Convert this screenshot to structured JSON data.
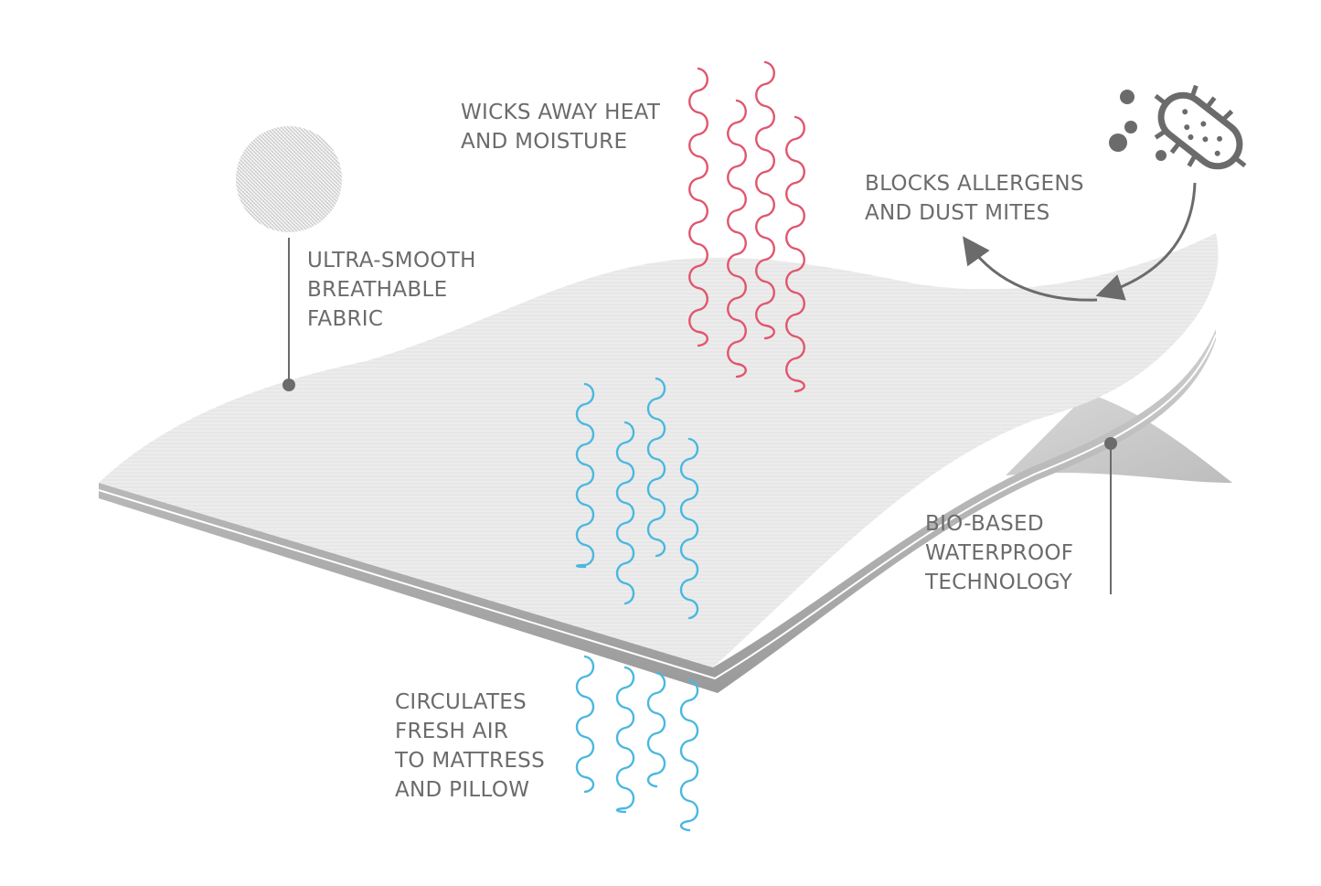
{
  "labels": {
    "fabric": [
      "ULTRA-SMOOTH",
      "BREATHABLE",
      "FABRIC"
    ],
    "wicks": [
      "WICKS AWAY HEAT",
      "AND MOISTURE"
    ],
    "blocks": [
      "BLOCKS ALLERGENS",
      "AND DUST MITES"
    ],
    "bio": [
      "BIO-BASED",
      "WATERPROOF",
      "TECHNOLOGY"
    ],
    "circulates": [
      "CIRCULATES",
      "FRESH AIR",
      "TO MATTRESS",
      "AND PILLOW"
    ]
  },
  "colors": {
    "text": "#6b6b6b",
    "heat_waves": "#e0566e",
    "air_waves": "#4ab8df",
    "fabric": "#eeeeee",
    "fabric_edge": "#bdbdbd",
    "callout": "#6b6b6b",
    "microbe": "#6b6b6b"
  },
  "icons": {
    "fabric_swatch": "fabric-texture-icon",
    "microbe": "dust-mite-bacteria-icon"
  }
}
